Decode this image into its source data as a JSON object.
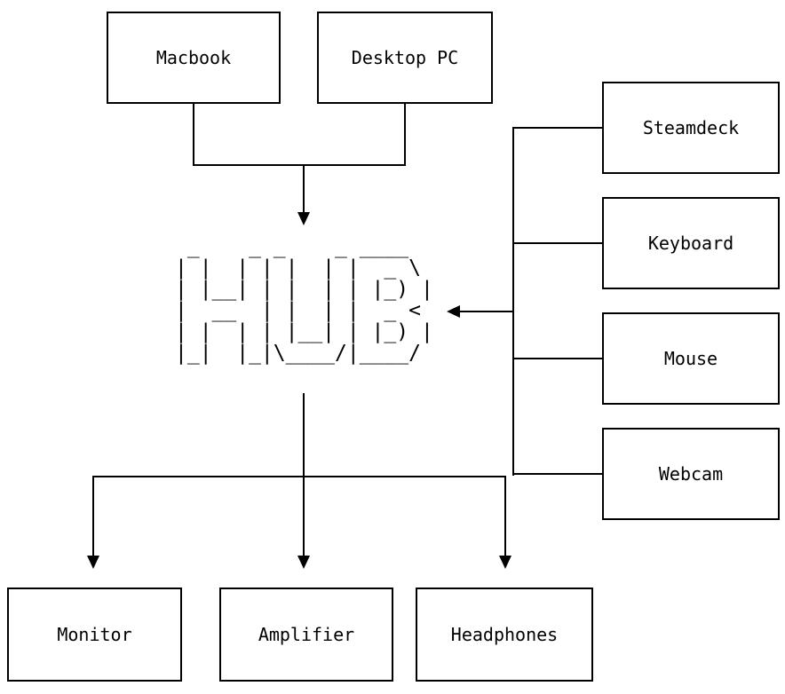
{
  "diagram": {
    "hub_ascii": " _    _ _    _ ____  \n| |  | | |  | |  _ \\ \n| |__| | |  | | |_) |\n|  __  | |  | |  _ < \n| |  | | |__| | |_) |\n|_|  |_|\\____/|____/ ",
    "top_boxes": [
      {
        "label": "Macbook"
      },
      {
        "label": "Desktop PC"
      }
    ],
    "right_boxes": [
      {
        "label": "Steamdeck"
      },
      {
        "label": "Keyboard"
      },
      {
        "label": "Mouse"
      },
      {
        "label": "Webcam"
      }
    ],
    "bottom_boxes": [
      {
        "label": "Monitor"
      },
      {
        "label": "Amplifier"
      },
      {
        "label": "Headphones"
      }
    ],
    "colors": {
      "line": "#000000",
      "background": "#ffffff"
    }
  }
}
